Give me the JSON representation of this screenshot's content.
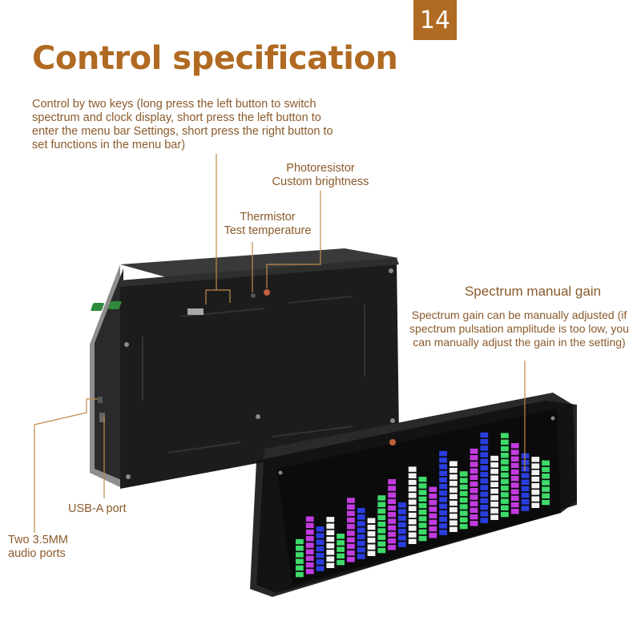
{
  "page": {
    "badge": "14",
    "title": "Control specification"
  },
  "callouts": {
    "control_keys": "Control by two keys (long press the left button to switch spectrum and clock display, short press the left button to enter the menu bar Settings, short press the right button to set functions in the menu bar)",
    "photoresistor_title": "Photoresistor",
    "photoresistor_desc": "Custom brightness",
    "thermistor_title": "Thermistor",
    "thermistor_desc": "Test temperature",
    "gain_title": "Spectrum manual gain",
    "gain_desc": "Spectrum gain can be manually adjusted (if spectrum pulsation amplitude is too low, you can manually adjust the gain in the setting)",
    "usb_port": "USB-A port",
    "audio_ports": "Two 3.5MM audio ports"
  },
  "colors": {
    "brand": "#b06a22",
    "text": "#8a5a2b",
    "leader_line": "#c08a4a",
    "device_body": "#1c1c1c",
    "led_green": "#3ddb6a",
    "led_magenta": "#c23be0",
    "led_blue": "#2a3ee0",
    "led_white": "#f2f2f2"
  },
  "spectrum_levels": [
    6,
    9,
    7,
    8,
    5,
    10,
    8,
    6,
    9,
    11,
    7,
    12,
    10,
    8,
    13,
    11,
    9,
    12,
    14,
    10,
    13,
    11,
    9,
    8,
    7
  ]
}
